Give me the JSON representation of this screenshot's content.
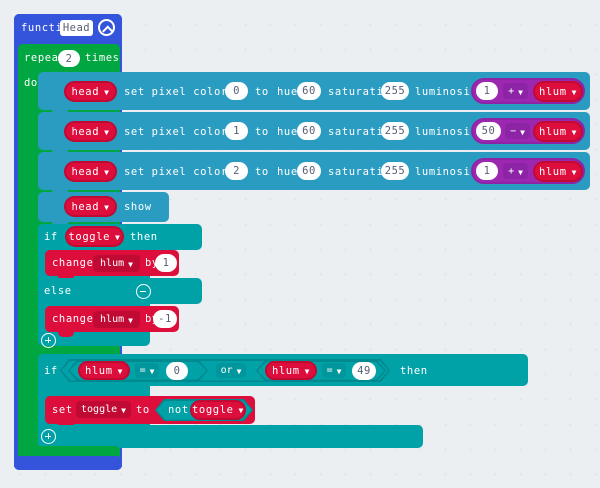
{
  "app": {
    "kind": "block-editor-workspace",
    "background_color": "#eceff1"
  },
  "colors": {
    "function": "#3455db",
    "loop": "#00a63f",
    "light": "#2a9cc2",
    "logic": "#00a2a8",
    "variable": "#dd0d3c",
    "math": "#9c27b0",
    "field_white": "#ffffff",
    "field_text": "#575e75"
  },
  "function_block": {
    "keyword": "function",
    "name_value": "Head",
    "collapse_icon": "chevron-up-icon"
  },
  "loop_block": {
    "keyword": "repeat",
    "count": "2",
    "times_label": "times",
    "do_label": "do"
  },
  "pixel_rows": [
    {
      "target": "head",
      "text_set": "set pixel color at",
      "index": "0",
      "text_to": "to",
      "text_hue": "hue",
      "hue": "60",
      "text_saturation": "saturation",
      "saturation": "255",
      "text_luminosity": "luminosity",
      "operand_left": "1",
      "operator": "+",
      "operand_right": "hlum"
    },
    {
      "target": "head",
      "text_set": "set pixel color at",
      "index": "1",
      "text_to": "to",
      "text_hue": "hue",
      "hue": "60",
      "text_saturation": "saturation",
      "saturation": "255",
      "text_luminosity": "luminosity",
      "operand_left": "50",
      "operator": "−",
      "operand_right": "hlum"
    },
    {
      "target": "head",
      "text_set": "set pixel color at",
      "index": "2",
      "text_to": "to",
      "text_hue": "hue",
      "hue": "60",
      "text_saturation": "saturation",
      "saturation": "255",
      "text_luminosity": "luminosity",
      "operand_left": "1",
      "operator": "+",
      "operand_right": "hlum"
    }
  ],
  "show_row": {
    "target": "head",
    "label": "show"
  },
  "if_toggle": {
    "if_label": "if",
    "condition": "toggle",
    "then_label": "then",
    "else_label": "else",
    "minus_icon": "minus-circle-icon",
    "plus_icon": "plus-circle-icon",
    "then_body": {
      "keyword": "change",
      "variable": "hlum",
      "by_label": "by",
      "amount": "1"
    },
    "else_body": {
      "keyword": "change",
      "variable": "hlum",
      "by_label": "by",
      "amount": "-1"
    }
  },
  "if_bounds": {
    "if_label": "if",
    "then_label": "then",
    "plus_icon": "plus-circle-icon",
    "left_compare": {
      "variable": "hlum",
      "operator": "=",
      "value": "0"
    },
    "boolean_operator": "or",
    "right_compare": {
      "variable": "hlum",
      "operator": "=",
      "value": "49"
    },
    "body": {
      "keyword": "set",
      "variable": "toggle",
      "to_label": "to",
      "not_label": "not",
      "not_operand": "toggle"
    }
  }
}
